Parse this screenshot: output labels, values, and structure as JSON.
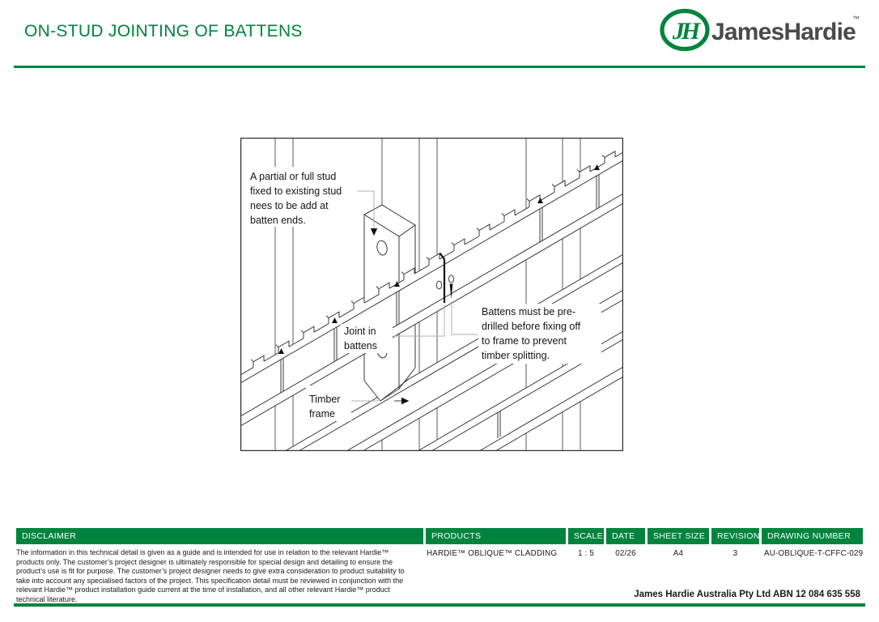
{
  "header": {
    "title": "ON-STUD JOINTING OF BATTENS",
    "brand": "JamesHardie",
    "brand_tm": "™",
    "brand_monogram": "JH",
    "brand_green": "#00843D",
    "brand_text_color": "#4a4a4e"
  },
  "diagram": {
    "notes": {
      "stud_note_lines": [
        "A partial or full stud",
        "fixed to existing stud",
        "nees to be add at",
        "batten ends."
      ],
      "joint_note_lines": [
        "Joint in",
        "battens"
      ],
      "frame_note_lines": [
        "Timber",
        "frame"
      ],
      "predrill_note_lines": [
        "Battens must be pre-",
        "drilled before fixing off",
        "to frame to prevent",
        "timber splitting."
      ]
    }
  },
  "footer": {
    "disclaimer_label": "DISCLAIMER",
    "disclaimer_text": "The information in this technical detail is given as a guide and is intended for use in relation to the relevant Hardie™ products only. The customer’s project designer is ultimately responsible for special design and detailing to ensure the product’s use is fit for purpose. The customer’s project designer needs to give extra consideration to product suitability to take into account any specialised factors of the project. This specification detail must be reviewed in conjunction with the relevant Hardie™ product installation guide current at the time of installation, and all other relevant Hardie™ product technical literature.",
    "columns": [
      {
        "label": "PRODUCTS",
        "value": "HARDIE™ OBLIQUE™ CLADDING"
      },
      {
        "label": "SCALE",
        "value": "1 : 5"
      },
      {
        "label": "DATE",
        "value": "02/26"
      },
      {
        "label": "SHEET SIZE",
        "value": "A4"
      },
      {
        "label": "REVISION",
        "value": "3"
      },
      {
        "label": "DRAWING NUMBER",
        "value": "AU-OBLIQUE-T-CFFC-029"
      }
    ],
    "company_line": "James Hardie Australia Pty Ltd ABN 12 084 635 558"
  }
}
